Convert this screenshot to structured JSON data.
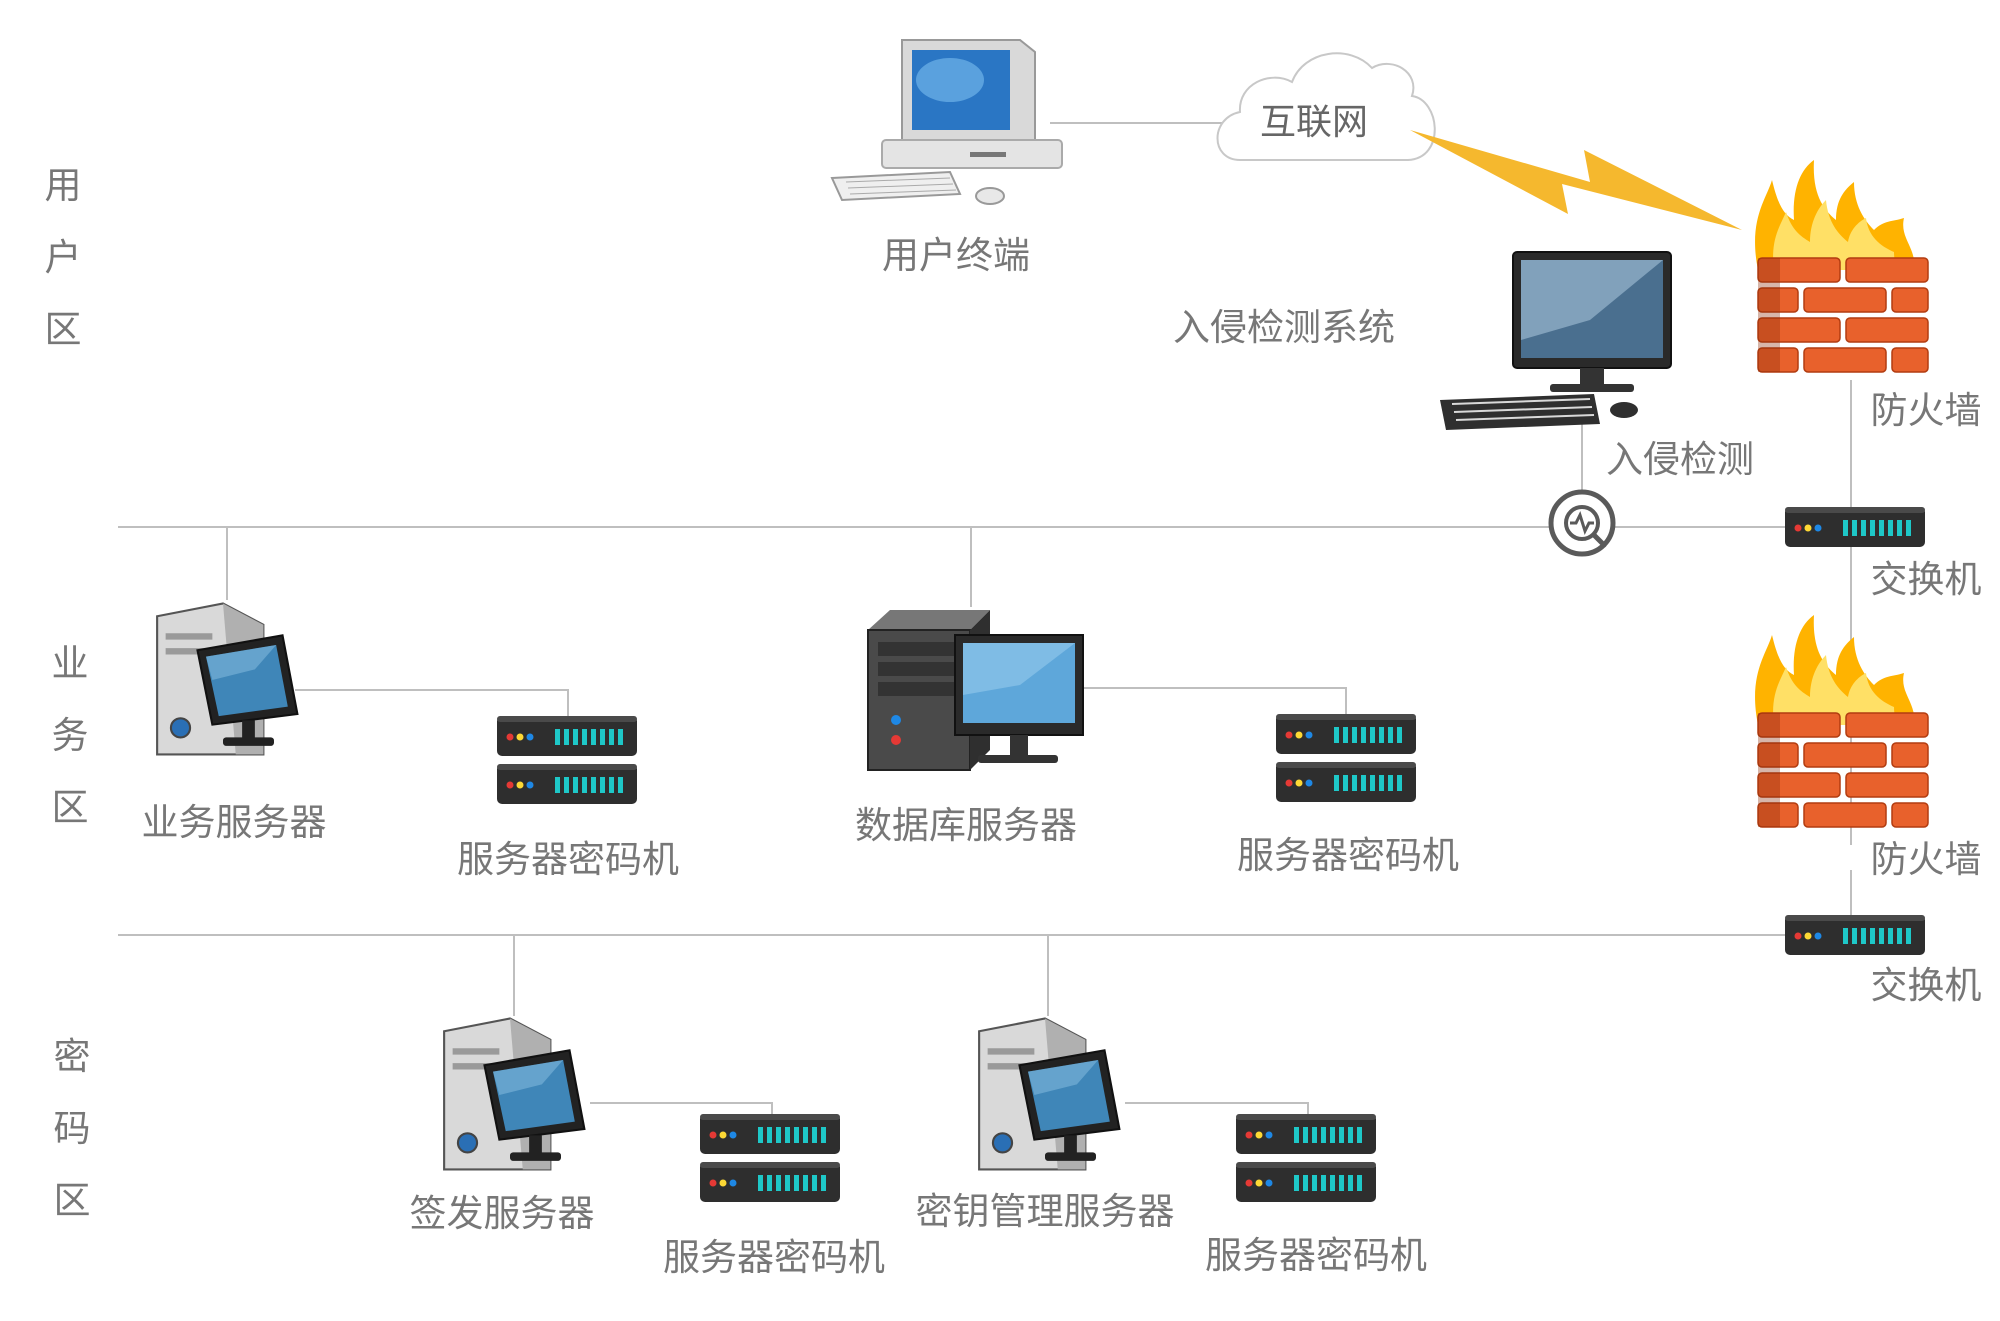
{
  "zones": [
    {
      "chars": [
        "用",
        "户",
        "区"
      ]
    },
    {
      "chars": [
        "业",
        "务",
        "区"
      ]
    },
    {
      "chars": [
        "密",
        "码",
        "区"
      ]
    }
  ],
  "labels": {
    "internet": "互联网",
    "user_terminal": "用户终端",
    "ids_system": "入侵检测系统",
    "ids": "入侵检测",
    "firewall_1": "防火墙",
    "switch_1": "交换机",
    "firewall_2": "防火墙",
    "switch_2": "交换机",
    "business_server": "业务服务器",
    "business_hsm": "服务器密码机",
    "db_server": "数据库服务器",
    "db_hsm": "服务器密码机",
    "sign_server": "签发服务器",
    "sign_hsm": "服务器密码机",
    "key_server": "密钥管理服务器",
    "key_hsm": "服务器密码机"
  },
  "icons": {
    "user_terminal": "desktop-computer-icon",
    "internet": "cloud-icon",
    "attack": "lightning-bolt-icon",
    "firewall": "firewall-icon",
    "ids": "monitor-keyboard-icon",
    "probe": "magnifier-pulse-icon",
    "switch": "network-switch-icon",
    "server": "server-tower-monitor-icon",
    "database": "database-server-icon",
    "hsm": "server-crypto-machine-icon"
  },
  "colors": {
    "line": "#bfbfbf",
    "label": "#777777",
    "bolt": "#f5b82e",
    "brick": "#e8612c",
    "device": "#2e2e2e",
    "led_teal": "#1ec8c8"
  }
}
